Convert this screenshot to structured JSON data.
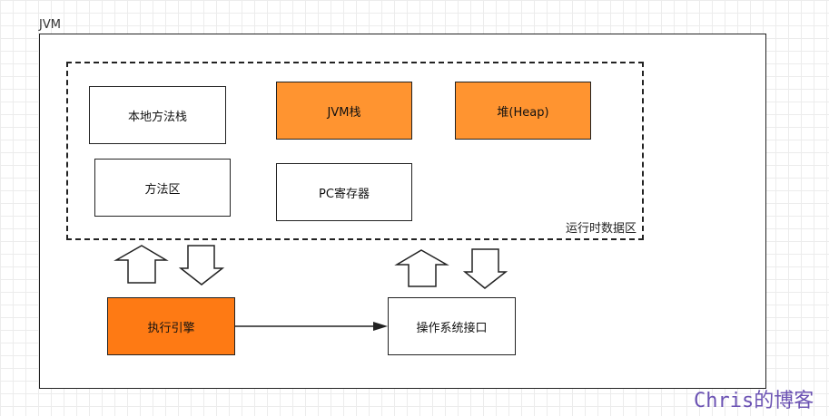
{
  "jvm": {
    "label": "JVM"
  },
  "runtime_area": {
    "label": "运行时数据区",
    "boxes": {
      "native_stack": "本地方法栈",
      "jvm_stack": "JVM栈",
      "heap": "堆(Heap)",
      "method_area": "方法区",
      "pc_register": "PC寄存器"
    }
  },
  "execution_engine": {
    "label": "执行引擎"
  },
  "os_interface": {
    "label": "操作系统接口"
  },
  "watermark": "Chris的博客",
  "colors": {
    "accent_orange": "#ff9430",
    "accent_orange_dark": "#fe7a14",
    "watermark": "#6b52b3"
  }
}
